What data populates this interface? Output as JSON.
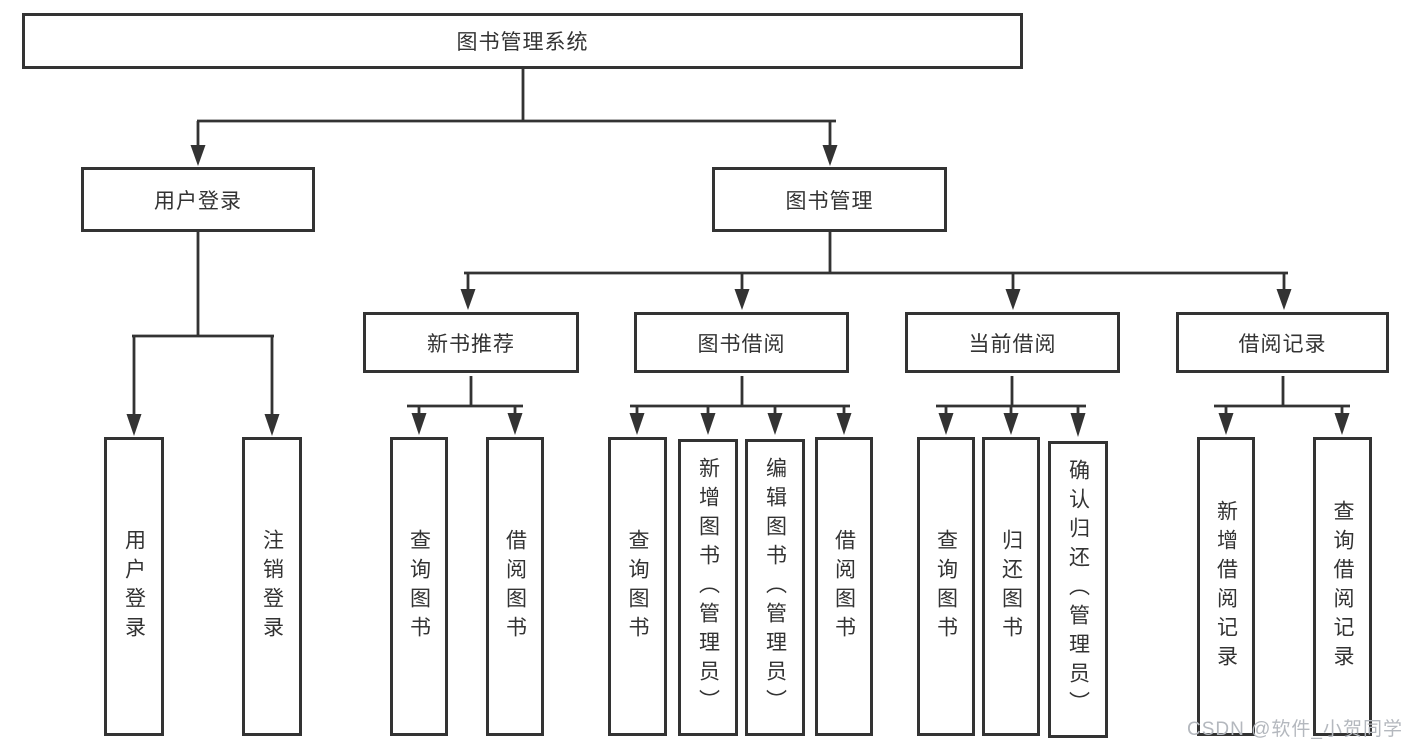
{
  "tree": {
    "label": "图书管理系统",
    "children": [
      {
        "label": "用户登录",
        "children": [
          {
            "label": "用户登录"
          },
          {
            "label": "注销登录"
          }
        ]
      },
      {
        "label": "图书管理",
        "children": [
          {
            "label": "新书推荐",
            "children": [
              {
                "label": "查询图书"
              },
              {
                "label": "借阅图书"
              }
            ]
          },
          {
            "label": "图书借阅",
            "children": [
              {
                "label": "查询图书"
              },
              {
                "label": "新增图书（管理员）"
              },
              {
                "label": "编辑图书（管理员）"
              },
              {
                "label": "借阅图书"
              }
            ]
          },
          {
            "label": "当前借阅",
            "children": [
              {
                "label": "查询图书"
              },
              {
                "label": "归还图书"
              },
              {
                "label": "确认归还（管理员）"
              }
            ]
          },
          {
            "label": "借阅记录",
            "children": [
              {
                "label": "新增借阅记录"
              },
              {
                "label": "查询借阅记录"
              }
            ]
          }
        ]
      }
    ]
  },
  "watermark": {
    "text": "CSDN @软件_小贺同学"
  },
  "colors": {
    "line": "#333333",
    "box_border": "#333333",
    "text": "#333333",
    "watermark": "#b4b8be",
    "background": "#ffffff"
  }
}
